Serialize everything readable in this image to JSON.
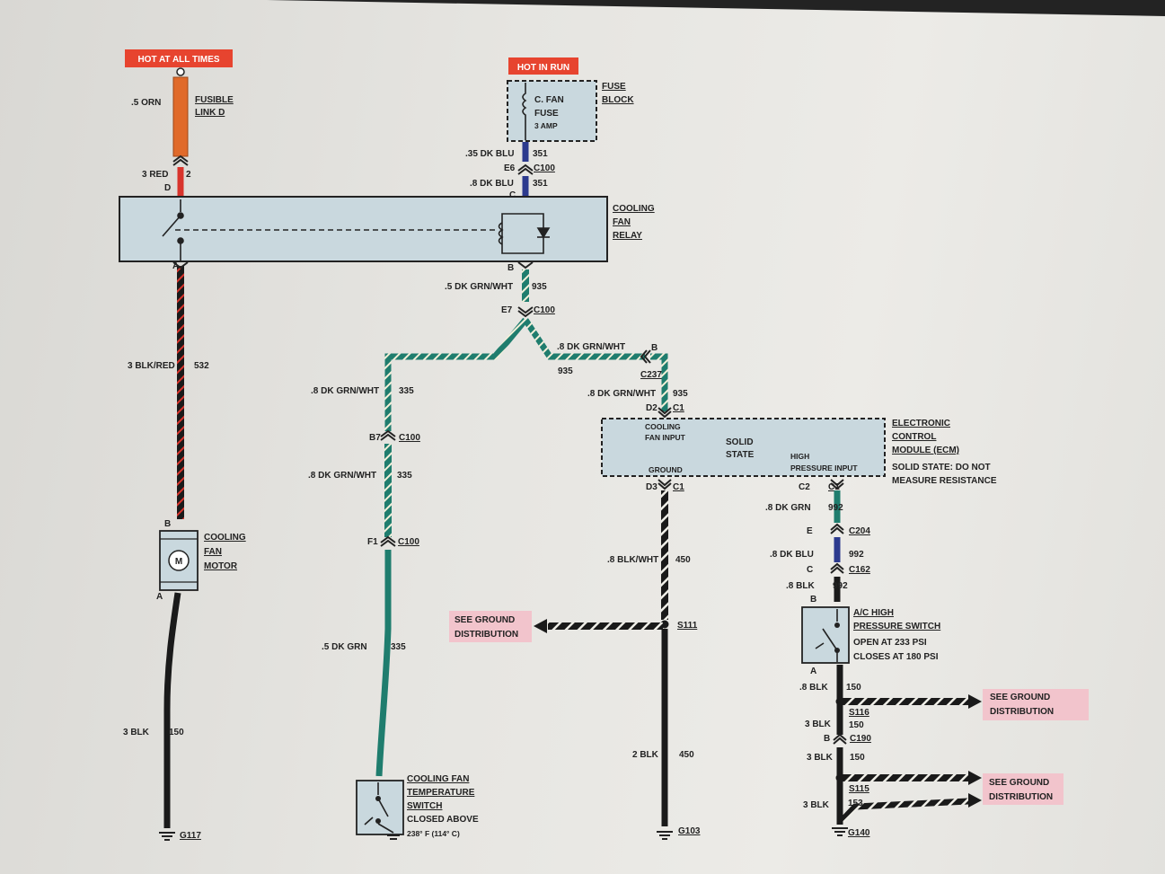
{
  "callouts": {
    "hot_always": "HOT AT ALL TIMES",
    "hot_run": "HOT IN RUN",
    "ground_dist": "SEE GROUND DISTRIBUTION"
  },
  "fusible_link": {
    "wire": ".5 ORN",
    "name_line1": "FUSIBLE",
    "name_line2": "LINK D"
  },
  "wire_3red": {
    "label": "3 RED",
    "circuit": "2",
    "pin": "D"
  },
  "fuse_block": {
    "line1": "FUSE",
    "line2": "BLOCK",
    "fuse_line1": "C. FAN",
    "fuse_line2": "FUSE",
    "fuse_line3": "3 AMP"
  },
  "wire_351_top": {
    "label": ".35 DK BLU",
    "circuit": "351"
  },
  "c100_e6": {
    "pin": "E6",
    "conn": "C100"
  },
  "wire_351_bot": {
    "label": ".8 DK BLU",
    "circuit": "351",
    "pin": "C"
  },
  "relay": {
    "line1": "COOLING",
    "line2": "FAN",
    "line3": "RELAY",
    "pin_a": "A",
    "pin_b": "B"
  },
  "wire_935_a": {
    "label": ".5 DK GRN/WHT",
    "circuit": "935"
  },
  "c100_e7": {
    "pin": "E7",
    "conn": "C100"
  },
  "wire_935_b": {
    "label": ".8 DK GRN/WHT",
    "circuit": "935",
    "pin": "B"
  },
  "c237": {
    "conn": "C237"
  },
  "wire_935_c": {
    "label": ".8 DK GRN/WHT",
    "circuit": "935"
  },
  "wire_532": {
    "label": "3 BLK/RED",
    "circuit": "532"
  },
  "motor": {
    "line1": "COOLING",
    "line2": "FAN",
    "line3": "MOTOR",
    "pin_b": "B",
    "pin_a": "A",
    "symbol": "M"
  },
  "wire_150_left": {
    "label": "3 BLK",
    "circuit": "150"
  },
  "g117": "G117",
  "wire_335_a": {
    "label": ".8 DK GRN/WHT",
    "circuit": "335"
  },
  "c100_b7": {
    "pin": "B7",
    "conn": "C100"
  },
  "wire_335_b": {
    "label": ".8 DK GRN/WHT",
    "circuit": "335"
  },
  "c100_f1": {
    "pin": "F1",
    "conn": "C100"
  },
  "wire_335_c": {
    "label": ".5 DK GRN",
    "circuit": "335"
  },
  "temp_switch": {
    "line1": "COOLING FAN",
    "line2": "TEMPERATURE",
    "line3": "SWITCH",
    "line4": "CLOSED ABOVE",
    "line5": "238° F (114° C)"
  },
  "ecm": {
    "d2": "D2",
    "c1": "C1",
    "fan_input_1": "COOLING",
    "fan_input_2": "FAN INPUT",
    "solid_1": "SOLID",
    "solid_2": "STATE",
    "high_1": "HIGH",
    "high_2": "PRESSURE INPUT",
    "ground": "GROUND",
    "d3": "D3",
    "c2": "C2",
    "name_1": "ELECTRONIC",
    "name_2": "CONTROL",
    "name_3": "MODULE (ECM)",
    "note_1": "SOLID STATE:  DO NOT",
    "note_2": "MEASURE RESISTANCE"
  },
  "wire_450_a": {
    "label": ".8 BLK/WHT",
    "circuit": "450"
  },
  "s111": "S111",
  "wire_450_b": {
    "label": "2 BLK",
    "circuit": "450"
  },
  "g103": "G103",
  "wire_992_a": {
    "label": ".8 DK GRN",
    "circuit": "992"
  },
  "c204": {
    "pin": "E",
    "conn": "C204"
  },
  "wire_992_b": {
    "label": ".8 DK BLU",
    "circuit": "992"
  },
  "c162": {
    "pin": "C",
    "conn": "C162"
  },
  "wire_992_c": {
    "label": ".8 BLK",
    "circuit": "992",
    "pin": "B"
  },
  "ac_switch": {
    "line1": "A/C HIGH",
    "line2": "PRESSURE SWITCH",
    "line3": "OPEN AT 233 PSI",
    "line4": "CLOSES AT 180 PSI",
    "pin_a": "A"
  },
  "wire_150_r1": {
    "label": ".8 BLK",
    "circuit": "150"
  },
  "s116": {
    "splice": "S116",
    "circuit": "150"
  },
  "wire_150_r2": {
    "label": "3 BLK"
  },
  "c190": {
    "pin": "B",
    "conn": "C190"
  },
  "wire_150_r3": {
    "label": "3 BLK",
    "circuit": "150"
  },
  "s115": "S115",
  "wire_153": {
    "label": "3 BLK",
    "circuit": "153"
  },
  "g140": "G140",
  "colors": {
    "orange": "#e06a2a",
    "red": "#d8342c",
    "dk_blue": "#2c3a8e",
    "dk_green": "#1f7d6e",
    "black": "#1a1a1a",
    "box_fill": "#c9d8de",
    "callout_red": "#e7442f",
    "callout_pink": "#f2c4cc"
  }
}
